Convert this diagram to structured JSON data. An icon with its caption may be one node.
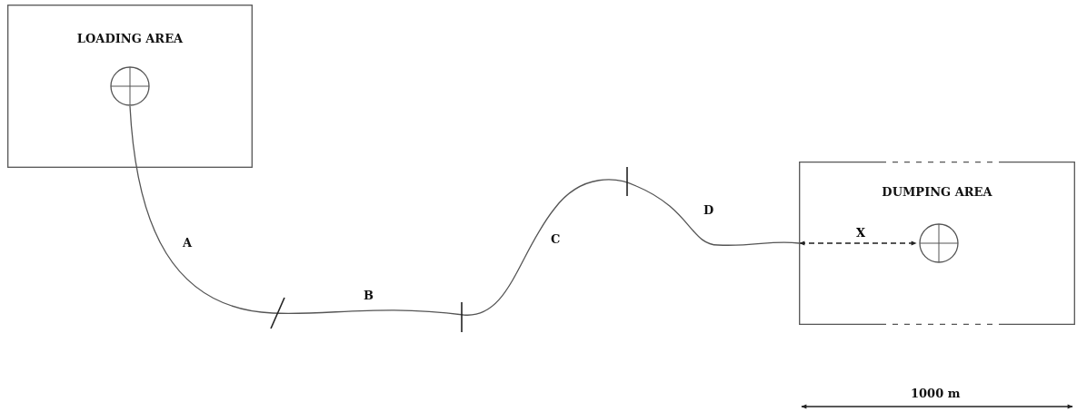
{
  "diagram": {
    "nodes": [
      {
        "text": [
          "LOADING AREA"
        ]
      },
      {
        "text": [],
        "shape": "circle",
        "in": 0
      },
      {
        "text": [
          "DUMPING AREA"
        ]
      },
      {
        "text": [],
        "shape": "circle",
        "in": 2
      }
    ],
    "edges": [
      {
        "from": 1,
        "to": 2,
        "arrow": "none"
      },
      {
        "from": 2,
        "to": 3,
        "arrow": "both",
        "style": "dashed",
        "label": "X"
      }
    ],
    "labels": [
      "A",
      "B",
      "C",
      "D",
      "1000 m"
    ]
  }
}
